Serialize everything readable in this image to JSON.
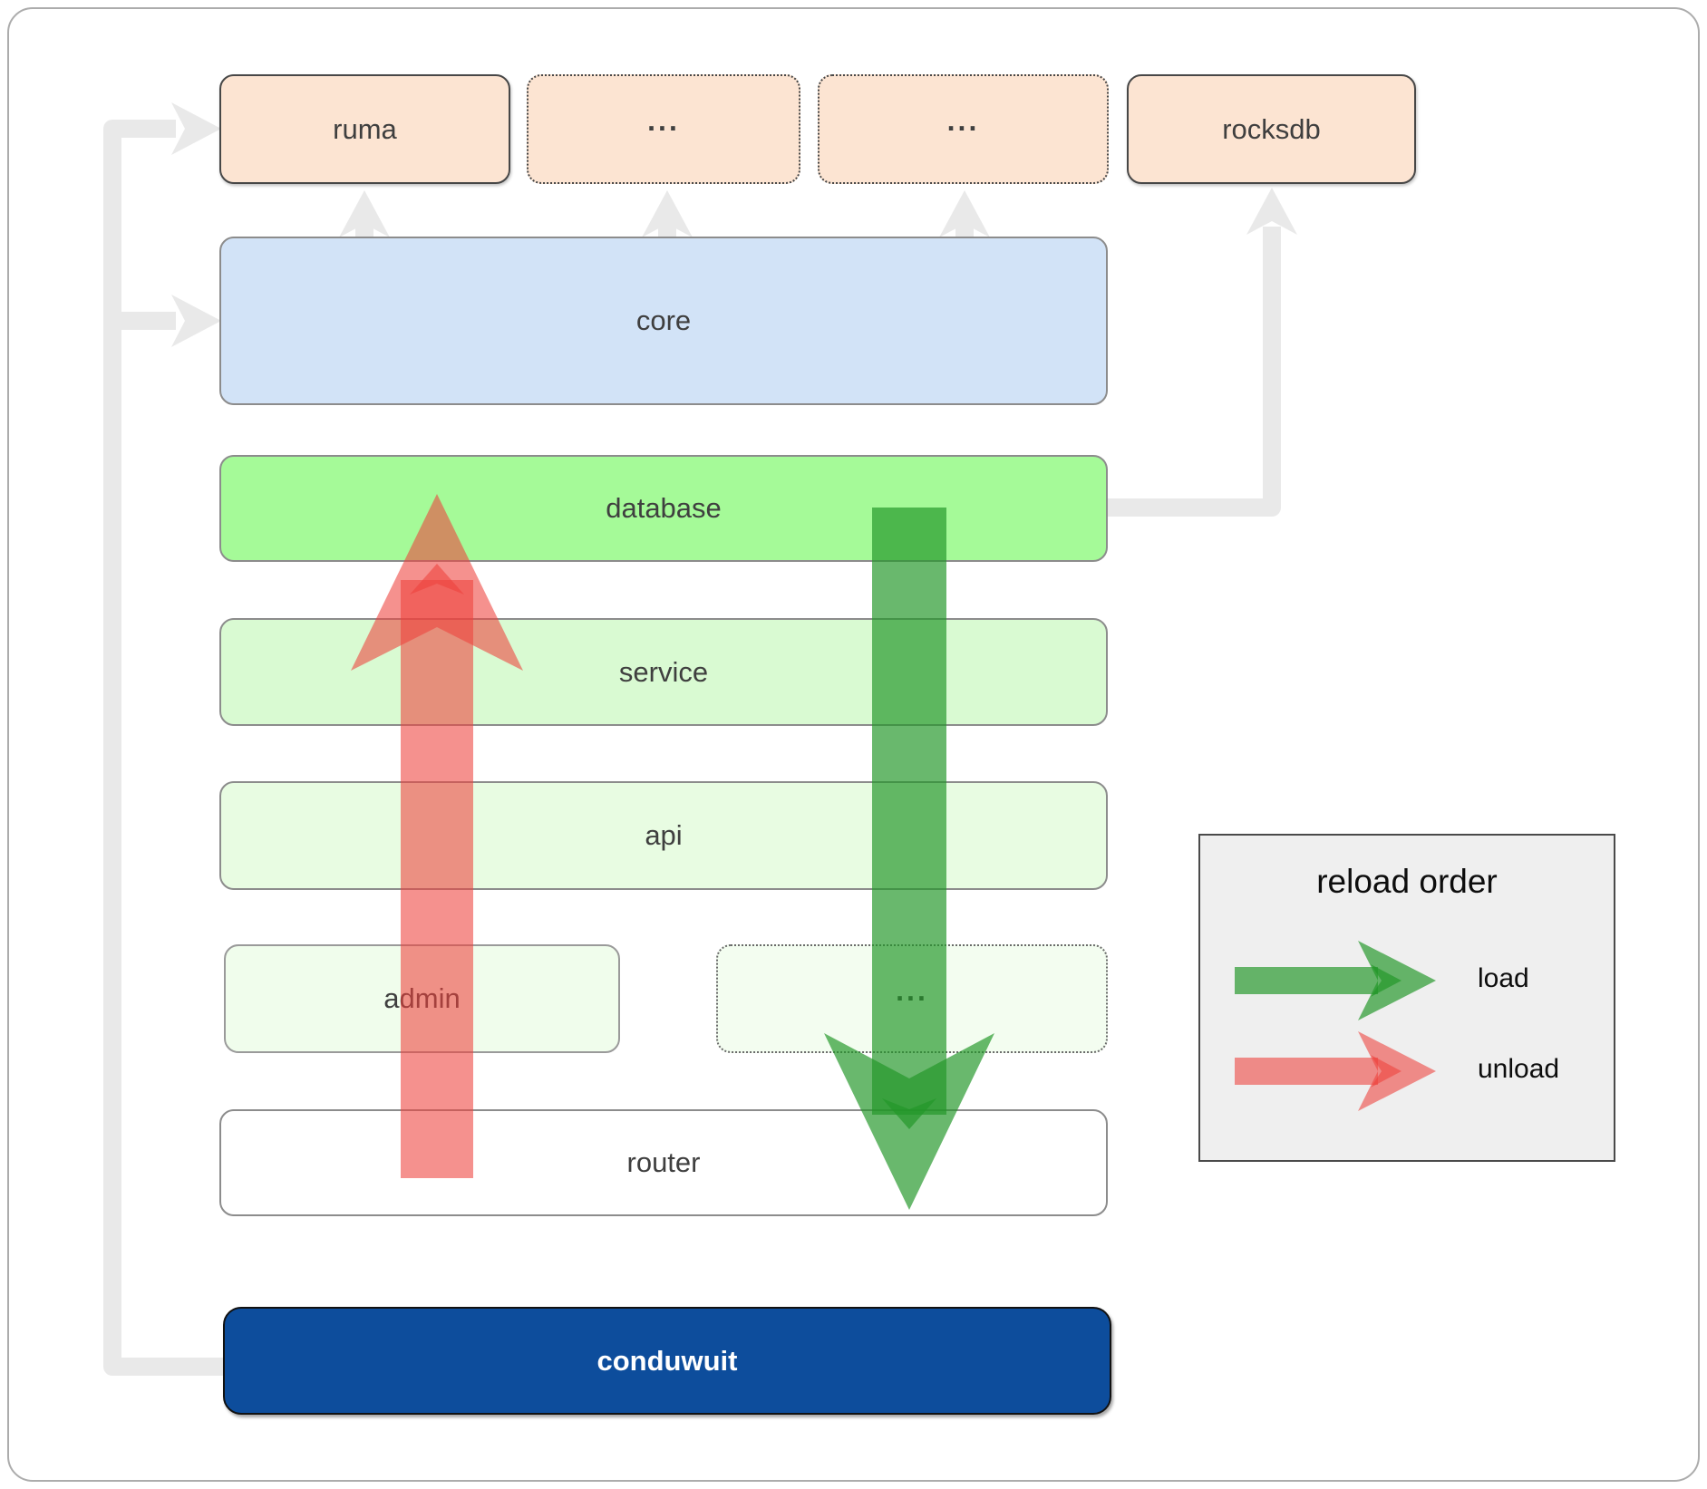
{
  "boxes": {
    "ruma": {
      "label": "ruma"
    },
    "dots1": {
      "label": "..."
    },
    "dots2": {
      "label": "..."
    },
    "rocksdb": {
      "label": "rocksdb"
    },
    "core": {
      "label": "core"
    },
    "database": {
      "label": "database"
    },
    "service": {
      "label": "service"
    },
    "api": {
      "label": "api"
    },
    "admin": {
      "label": "admin"
    },
    "dots3": {
      "label": "..."
    },
    "router": {
      "label": "router"
    },
    "conduwuit": {
      "label": "conduwuit"
    }
  },
  "legend": {
    "title": "reload order",
    "load_label": "load",
    "unload_label": "unload"
  },
  "colors": {
    "load_arrow": "#229628",
    "unload_arrow": "#ee423c",
    "connector_gray": "#e9e9e9",
    "conduwuit_blue": "#0d4d9c",
    "database_green": "#a5fa98",
    "core_blue": "#d2e3f7",
    "module_peach": "#fce4d2"
  }
}
